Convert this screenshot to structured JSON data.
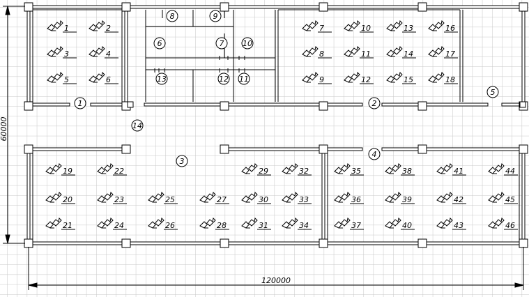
{
  "dimensions": {
    "width_label": "120000",
    "height_label": "60000"
  },
  "zones": [
    "1",
    "2",
    "3",
    "4",
    "5",
    "6",
    "7",
    "8",
    "9",
    "10",
    "11",
    "12",
    "13",
    "14"
  ],
  "workstations": [
    "1",
    "2",
    "3",
    "4",
    "5",
    "6",
    "7",
    "8",
    "9",
    "10",
    "11",
    "12",
    "13",
    "14",
    "15",
    "16",
    "17",
    "18",
    "19",
    "20",
    "21",
    "22",
    "23",
    "24",
    "25",
    "26",
    "27",
    "28",
    "29",
    "30",
    "31",
    "32",
    "33",
    "34",
    "35",
    "36",
    "37",
    "38",
    "39",
    "40",
    "41",
    "42",
    "43",
    "44",
    "45",
    "46"
  ],
  "colors": {
    "grid": "#c7c7c7",
    "ink": "#000000",
    "paper": "#ffffff"
  },
  "icons": {
    "workstation": "workstation-icon",
    "column": "column-square"
  }
}
